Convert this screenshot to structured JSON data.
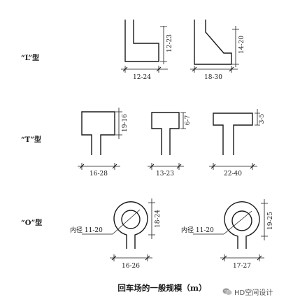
{
  "caption": "回车场的一般规模（m）",
  "watermark": "HD空间设计",
  "rows": {
    "L": {
      "label": "“L”型"
    },
    "T": {
      "label": "“T”型"
    },
    "O": {
      "label": "“O”型"
    }
  },
  "dims": {
    "l1_w": "12-24",
    "l1_h": "12-23",
    "l2_w": "18-30",
    "l2_h": "14-20",
    "t1_w": "16-28",
    "t1_h": "19-16",
    "t2_w": "13-23",
    "t2_h": "6-7",
    "t3_w": "22-40",
    "t3_h": "3-5",
    "o1_w": "16-26",
    "o1_h": "18-24",
    "o1_inner": "内径 11-20",
    "o2_w": "17-27",
    "o2_h": "19-25",
    "o2_inner": "内径 11-20"
  }
}
